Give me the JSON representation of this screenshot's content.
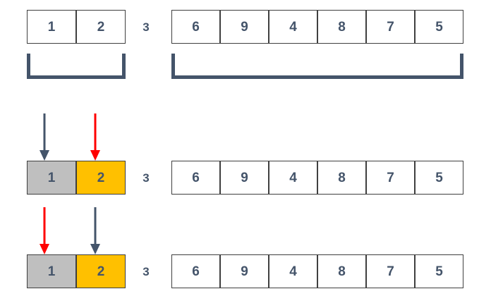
{
  "diagram": {
    "title": "merge-step-array-diagram",
    "colors": {
      "cell_border": "#3f3f3f",
      "cell_fill": "#ffffff",
      "text": "#44546a",
      "highlight_gray": "#bfbfbf",
      "highlight_amber": "#ffc000",
      "bracket": "#44546a",
      "arrow_blue": "#44546a",
      "arrow_red": "#ff0000",
      "background": "#ffffff"
    },
    "rows": [
      {
        "id": "row-1",
        "left_group": {
          "values": [
            "1",
            "2"
          ],
          "fills": [
            "white",
            "white"
          ],
          "bracket": true
        },
        "separator": "3",
        "right_group": {
          "values": [
            "6",
            "9",
            "4",
            "8",
            "7",
            "5"
          ],
          "fills": [
            "white",
            "white",
            "white",
            "white",
            "white",
            "white"
          ],
          "bracket": true
        },
        "arrows": []
      },
      {
        "id": "row-2",
        "left_group": {
          "values": [
            "1",
            "2"
          ],
          "fills": [
            "gray",
            "amber"
          ],
          "bracket": false
        },
        "separator": "3",
        "right_group": {
          "values": [
            "6",
            "9",
            "4",
            "8",
            "7",
            "5"
          ],
          "fills": [
            "white",
            "white",
            "white",
            "white",
            "white",
            "white"
          ],
          "bracket": false
        },
        "arrows": [
          {
            "name": "arrow-blue-on-cell-1",
            "color": "#44546a",
            "target_index": 0
          },
          {
            "name": "arrow-red-on-cell-2",
            "color": "#ff0000",
            "target_index": 1
          }
        ]
      },
      {
        "id": "row-3",
        "left_group": {
          "values": [
            "1",
            "2"
          ],
          "fills": [
            "gray",
            "amber"
          ],
          "bracket": false
        },
        "separator": "3",
        "right_group": {
          "values": [
            "6",
            "9",
            "4",
            "8",
            "7",
            "5"
          ],
          "fills": [
            "white",
            "white",
            "white",
            "white",
            "white",
            "white"
          ],
          "bracket": false
        },
        "arrows": [
          {
            "name": "arrow-red-on-cell-1",
            "color": "#ff0000",
            "target_index": 0
          },
          {
            "name": "arrow-blue-on-cell-2",
            "color": "#44546a",
            "target_index": 1
          }
        ]
      }
    ]
  }
}
